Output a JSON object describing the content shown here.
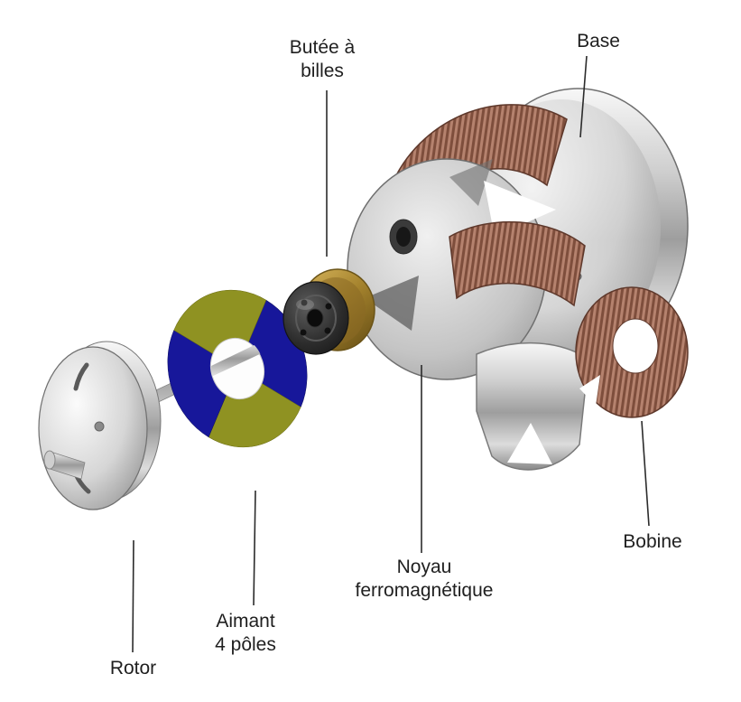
{
  "figure": {
    "labels": {
      "butee_a_billes": "Butée à\nbilles",
      "base": "Base",
      "rotor": "Rotor",
      "aimant_4_poles": "Aimant\n4 pôles",
      "noyau_ferromagnetique": "Noyau\nferromagnétique",
      "bobine": "Bobine"
    },
    "colors": {
      "background": "#ffffff",
      "label_text": "#1f1f1f",
      "leader_line": "#2b2b2b",
      "copper": "#b5826e",
      "copper_shadow": "#7e4e3c",
      "copper_outline": "#5e382b",
      "magnet_blue": "#17179a",
      "magnet_olive": "#8f9222",
      "bearing_dark": "#2b2b2b",
      "brass_ring": "#b08c3a",
      "metal_gray": "#c0c0c0"
    }
  }
}
